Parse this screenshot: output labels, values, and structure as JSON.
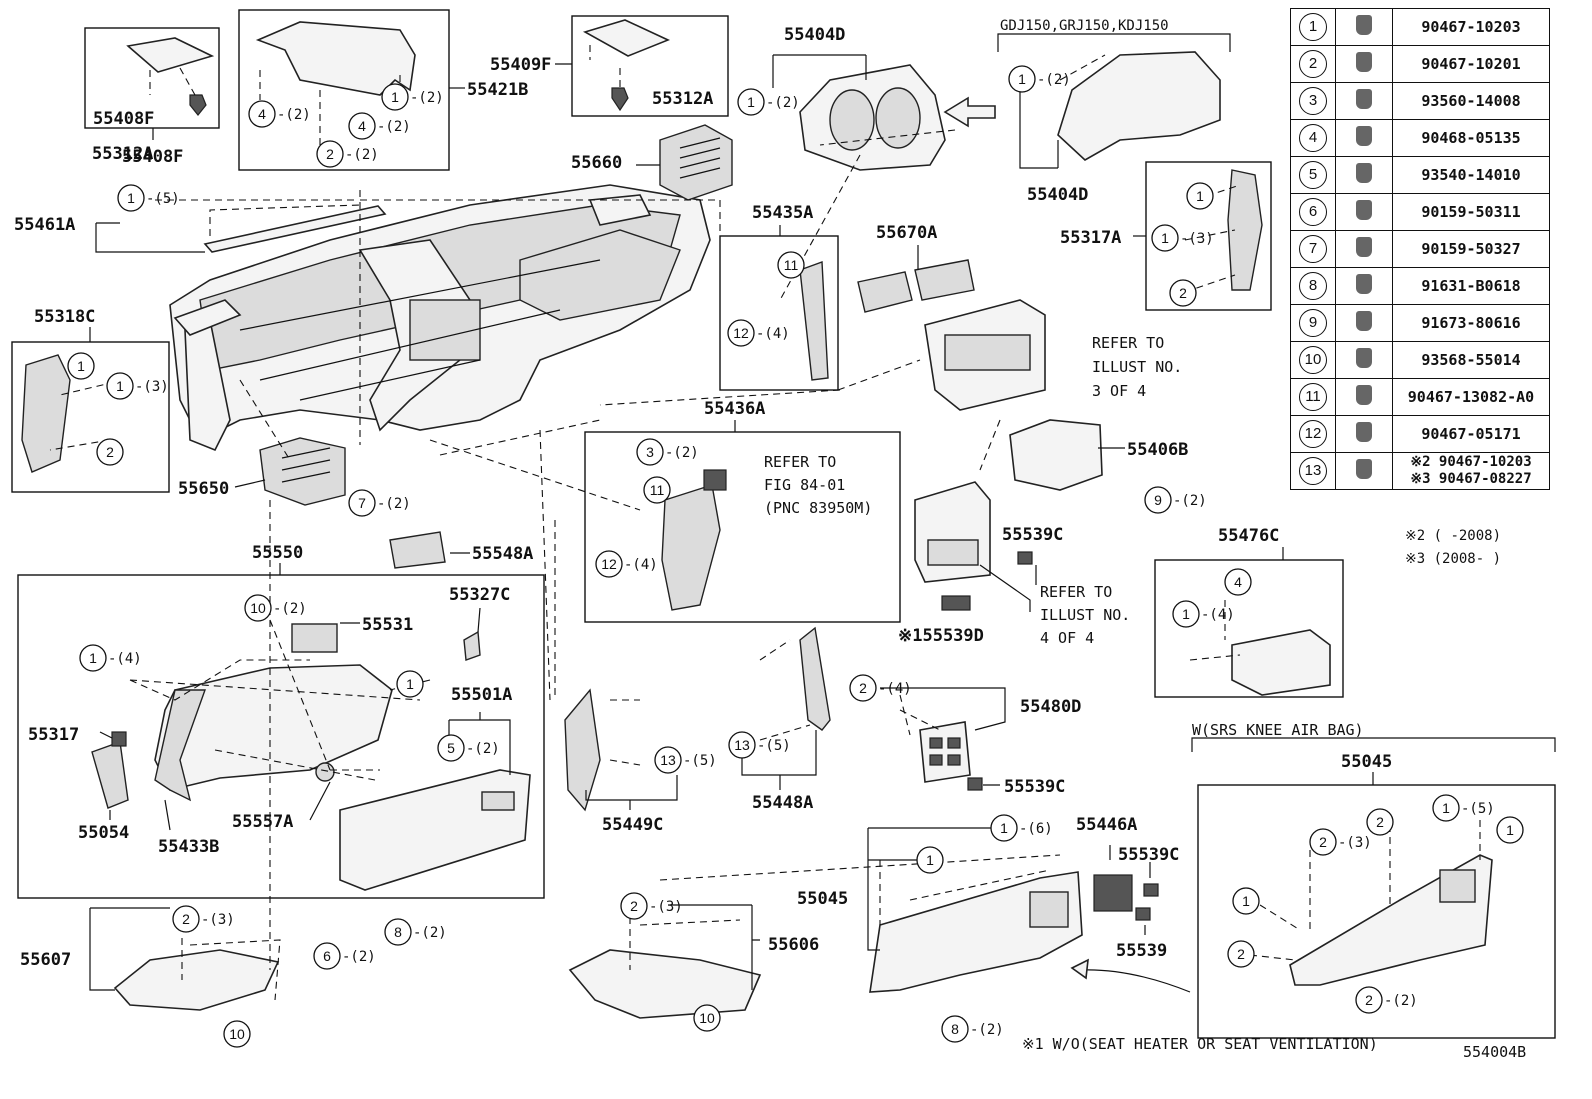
{
  "legend": [
    {
      "num": "1",
      "icon": "clip-icon",
      "part": "90467-10203"
    },
    {
      "num": "2",
      "icon": "clip-icon",
      "part": "90467-10201"
    },
    {
      "num": "3",
      "icon": "screw-icon",
      "part": "93560-14008"
    },
    {
      "num": "4",
      "icon": "clip-icon",
      "part": "90468-05135"
    },
    {
      "num": "5",
      "icon": "screw-icon",
      "part": "93540-14010"
    },
    {
      "num": "6",
      "icon": "screw-icon",
      "part": "90159-50311"
    },
    {
      "num": "7",
      "icon": "screw-icon",
      "part": "90159-50327"
    },
    {
      "num": "8",
      "icon": "screw-icon",
      "part": "91631-B0618"
    },
    {
      "num": "9",
      "icon": "screw-icon",
      "part": "91673-80616"
    },
    {
      "num": "10",
      "icon": "screw-icon",
      "part": "93568-55014"
    },
    {
      "num": "11",
      "icon": "clip-icon",
      "part": "90467-13082-A0"
    },
    {
      "num": "12",
      "icon": "clip-icon",
      "part": "90467-05171"
    },
    {
      "num": "13",
      "icon": "clip-icon",
      "part_lines": [
        "※2 90467-10203",
        "※3 90467-08227"
      ]
    }
  ],
  "legend_notes": [
    "※2 (     -2008)",
    "※3 (2008-     )"
  ],
  "labels": {
    "p55408F": "55408F",
    "p55312A_1": "55312A",
    "p55421B": "55421B",
    "p55409F": "55409F",
    "p55312A_2": "55312A",
    "p55404D_1": "55404D",
    "p55404D_2": "55404D",
    "model_note": "GDJ150,GRJ150,KDJ150",
    "p55660": "55660",
    "p55461A": "55461A",
    "p55435A": "55435A",
    "p55670A": "55670A",
    "p55317A": "55317A",
    "p55318C": "55318C",
    "p55650": "55650",
    "p55436A": "55436A",
    "p55406B": "55406B",
    "p55548A": "55548A",
    "p55550": "55550",
    "p55327C": "55327C",
    "p55531": "55531",
    "p55501A": "55501A",
    "p55317": "55317",
    "p55054": "55054",
    "p55433B": "55433B",
    "p55557A": "55557A",
    "p55539C_1": "55539C",
    "p55539D": "※155539D",
    "p55476C": "55476C",
    "p55480D": "55480D",
    "p55539C_2": "55539C",
    "p55449C": "55449C",
    "p55448A": "55448A",
    "p55446A": "55446A",
    "p55539C_3": "55539C",
    "p55539": "55539",
    "p55045_1": "55045",
    "p55045_2": "55045",
    "p55607": "55607",
    "p55606": "55606",
    "refer_1": [
      "REFER TO",
      "ILLUST NO.",
      "3 OF 4"
    ],
    "refer_2": [
      "REFER TO",
      "FIG 84-01",
      "(PNC 83950M)"
    ],
    "refer_3": [
      "REFER TO",
      "ILLUST NO.",
      "4 OF 4"
    ],
    "knee": "W(SRS KNEE AIR BAG)",
    "footnote": "※1 W/O(SEAT HEATER OR SEAT VENTILATION)",
    "code": "554004B"
  },
  "callouts": [
    {
      "n": "1",
      "q": "-(2)"
    },
    {
      "n": "2",
      "q": "-(2)"
    },
    {
      "n": "4",
      "q": "-(2)"
    },
    {
      "n": "4",
      "q": "-(2)"
    },
    {
      "n": "1",
      "q": "-(2)"
    },
    {
      "n": "1",
      "q": "-(2)"
    },
    {
      "n": "1",
      "q": "-(5)"
    },
    {
      "n": "1",
      "q": ""
    },
    {
      "n": "1",
      "q": "-(3)"
    },
    {
      "n": "2",
      "q": ""
    },
    {
      "n": "1",
      "q": ""
    },
    {
      "n": "1",
      "q": "-(3)"
    },
    {
      "n": "2",
      "q": ""
    },
    {
      "n": "11",
      "q": ""
    },
    {
      "n": "12",
      "q": "-(4)"
    },
    {
      "n": "3",
      "q": "-(2)"
    },
    {
      "n": "11",
      "q": ""
    },
    {
      "n": "12",
      "q": "-(4)"
    },
    {
      "n": "7",
      "q": "-(2)"
    },
    {
      "n": "9",
      "q": "-(2)"
    },
    {
      "n": "10",
      "q": "-(2)"
    },
    {
      "n": "1",
      "q": "-(4)"
    },
    {
      "n": "1",
      "q": ""
    },
    {
      "n": "5",
      "q": "-(2)"
    },
    {
      "n": "4",
      "q": ""
    },
    {
      "n": "1",
      "q": "-(4)"
    },
    {
      "n": "2",
      "q": "-(4)"
    },
    {
      "n": "13",
      "q": "-(5)"
    },
    {
      "n": "13",
      "q": "-(5)"
    },
    {
      "n": "1",
      "q": "-(6)"
    },
    {
      "n": "1",
      "q": ""
    },
    {
      "n": "2",
      "q": "-(3)"
    },
    {
      "n": "10",
      "q": ""
    },
    {
      "n": "6",
      "q": "-(2)"
    },
    {
      "n": "8",
      "q": "-(2)"
    },
    {
      "n": "2",
      "q": "-(3)"
    },
    {
      "n": "10",
      "q": ""
    },
    {
      "n": "8",
      "q": "-(2)"
    },
    {
      "n": "2",
      "q": "-(3)"
    },
    {
      "n": "2",
      "q": ""
    },
    {
      "n": "1",
      "q": "-(5)"
    },
    {
      "n": "1",
      "q": ""
    },
    {
      "n": "1",
      "q": ""
    },
    {
      "n": "2",
      "q": ""
    },
    {
      "n": "2",
      "q": "-(2)"
    }
  ]
}
